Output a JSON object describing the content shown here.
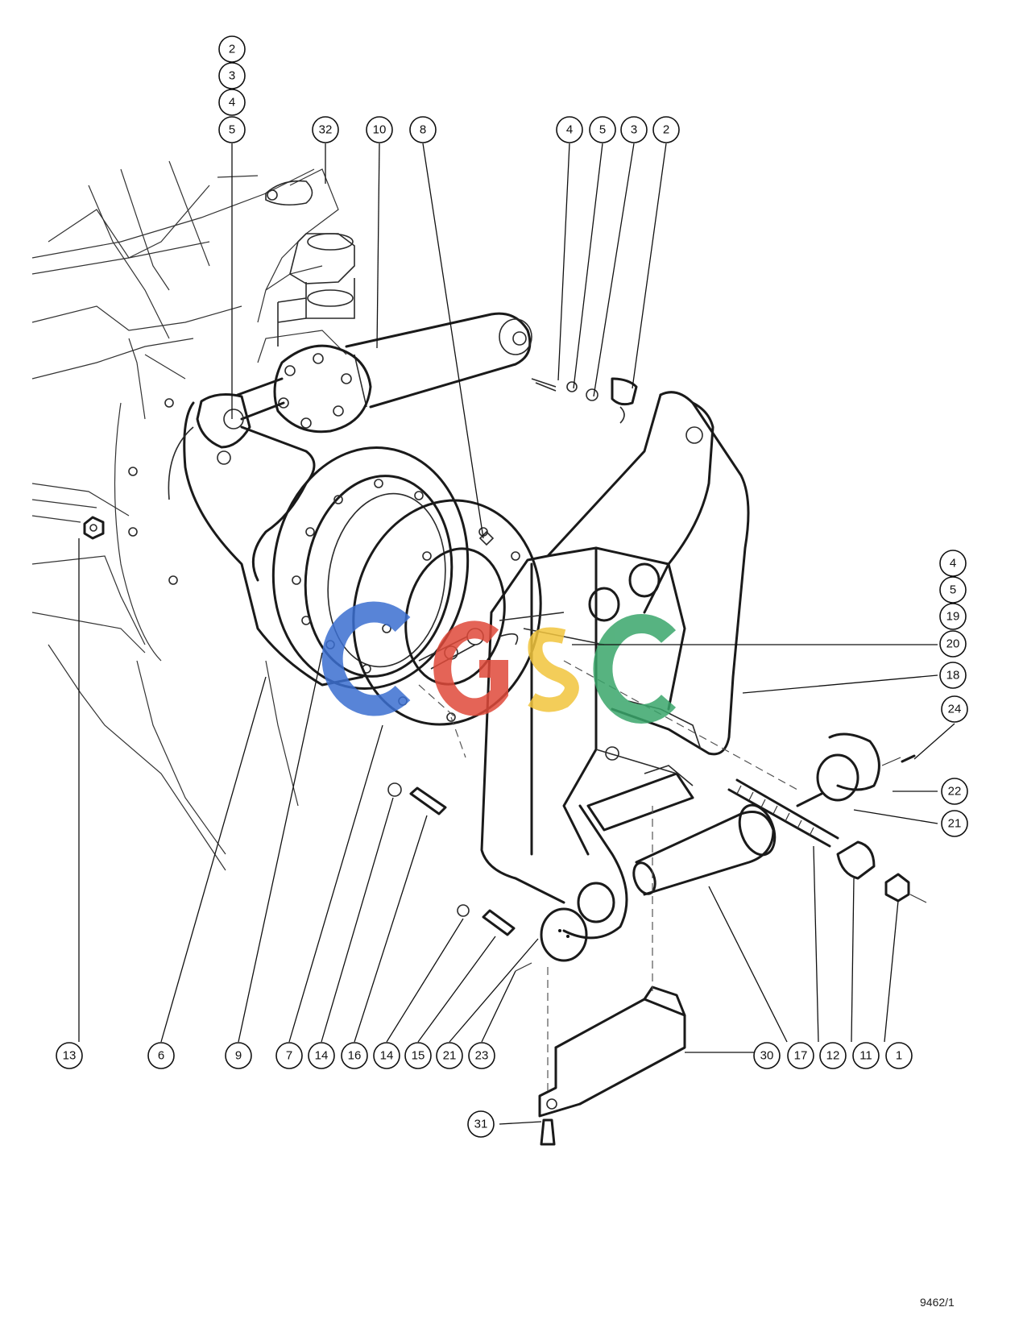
{
  "drawing_number": "9462/1",
  "watermark": {
    "text": "CGSC",
    "colors": [
      "#3b6fd1",
      "#e04a3a",
      "#f2c53d",
      "#3aa66b"
    ]
  },
  "callouts": [
    {
      "id": "c-2-top",
      "label": "2"
    },
    {
      "id": "c-3-top",
      "label": "3"
    },
    {
      "id": "c-4-top",
      "label": "4"
    },
    {
      "id": "c-5-top",
      "label": "5"
    },
    {
      "id": "c-32",
      "label": "32"
    },
    {
      "id": "c-10",
      "label": "10"
    },
    {
      "id": "c-8",
      "label": "8"
    },
    {
      "id": "c-4-r",
      "label": "4"
    },
    {
      "id": "c-5-r",
      "label": "5"
    },
    {
      "id": "c-3-r",
      "label": "3"
    },
    {
      "id": "c-2-r",
      "label": "2"
    },
    {
      "id": "c-4-s",
      "label": "4"
    },
    {
      "id": "c-5-s",
      "label": "5"
    },
    {
      "id": "c-19",
      "label": "19"
    },
    {
      "id": "c-20",
      "label": "20"
    },
    {
      "id": "c-18",
      "label": "18"
    },
    {
      "id": "c-24",
      "label": "24"
    },
    {
      "id": "c-22",
      "label": "22"
    },
    {
      "id": "c-21-r",
      "label": "21"
    },
    {
      "id": "c-13",
      "label": "13"
    },
    {
      "id": "c-6",
      "label": "6"
    },
    {
      "id": "c-9",
      "label": "9"
    },
    {
      "id": "c-7",
      "label": "7"
    },
    {
      "id": "c-14-a",
      "label": "14"
    },
    {
      "id": "c-16",
      "label": "16"
    },
    {
      "id": "c-14-b",
      "label": "14"
    },
    {
      "id": "c-15",
      "label": "15"
    },
    {
      "id": "c-21-b",
      "label": "21"
    },
    {
      "id": "c-23",
      "label": "23"
    },
    {
      "id": "c-30",
      "label": "30"
    },
    {
      "id": "c-17",
      "label": "17"
    },
    {
      "id": "c-12",
      "label": "12"
    },
    {
      "id": "c-11",
      "label": "11"
    },
    {
      "id": "c-1",
      "label": "1"
    },
    {
      "id": "c-31",
      "label": "31"
    }
  ]
}
